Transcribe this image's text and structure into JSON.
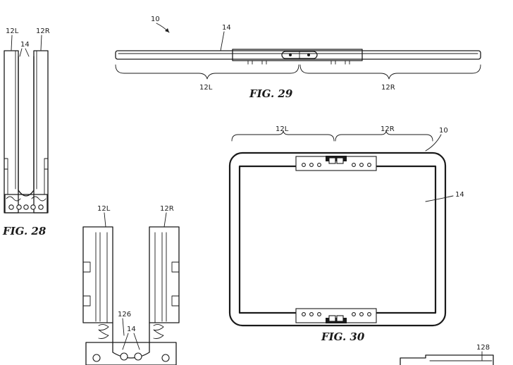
{
  "figures": [
    {
      "id": "fig-28",
      "caption": "FIG. 28",
      "labels": {
        "left": "12L",
        "right": "12R",
        "display": "14"
      }
    },
    {
      "id": "fig-29",
      "caption": "FIG. 29",
      "labels": {
        "device": "10",
        "display": "14",
        "left": "12L",
        "right": "12R"
      }
    },
    {
      "id": "fig-30",
      "caption": "FIG. 30",
      "labels": {
        "left": "12L",
        "right": "12R",
        "device": "10",
        "display": "14"
      }
    },
    {
      "id": "fig-unlabeled",
      "caption": "",
      "labels": {
        "left": "12L",
        "right": "12R",
        "hinge": "126",
        "display": "14"
      }
    }
  ],
  "cropped_ref": "128"
}
